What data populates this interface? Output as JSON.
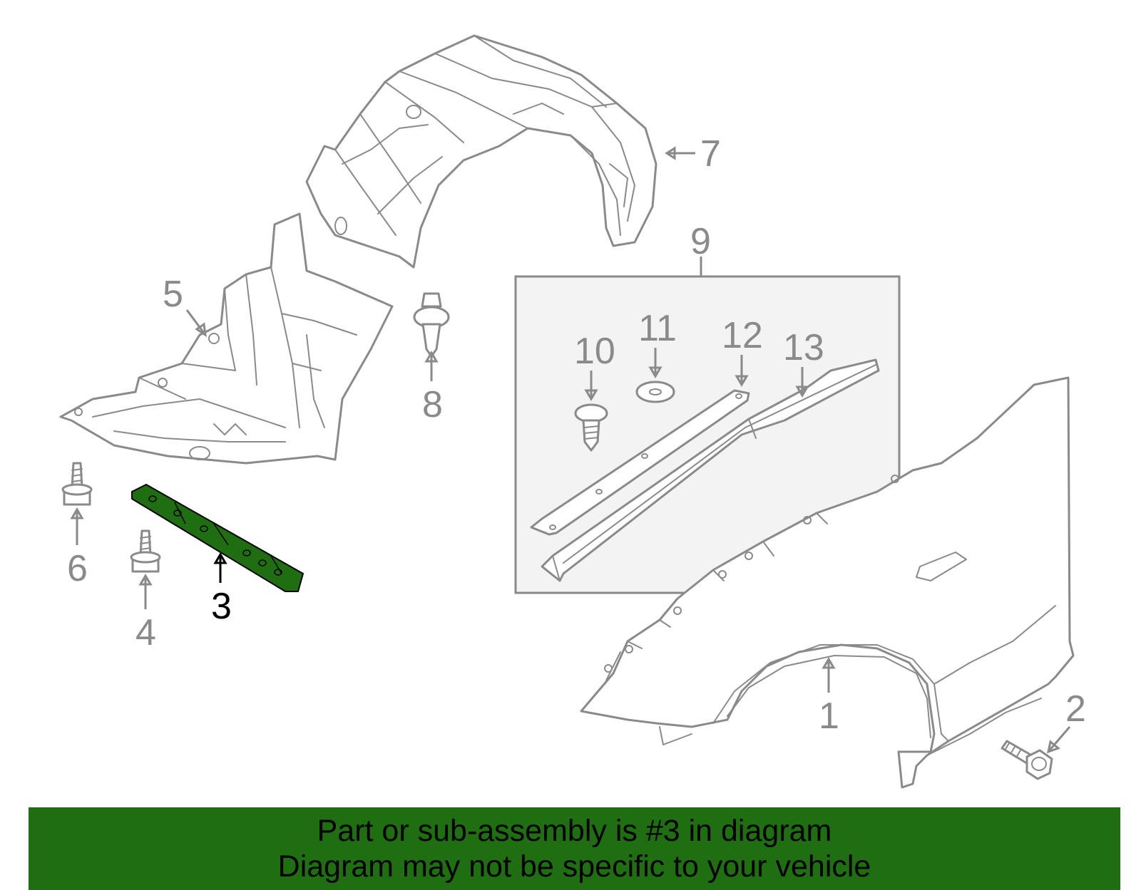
{
  "diagram": {
    "highlight_color": "#1f6e12",
    "line_color": "#8a8a8a",
    "callouts": {
      "c1": "1",
      "c2": "2",
      "c3": "3",
      "c4": "4",
      "c5": "5",
      "c6": "6",
      "c7": "7",
      "c8": "8",
      "c9": "9",
      "c10": "10",
      "c11": "11",
      "c12": "12",
      "c13": "13"
    },
    "highlighted_part": "3"
  },
  "banner": {
    "line1": "Part or sub-assembly is #3 in diagram",
    "line2": "Diagram may not be specific to your vehicle",
    "background": "#1f6e12",
    "text_color": "#000000"
  }
}
